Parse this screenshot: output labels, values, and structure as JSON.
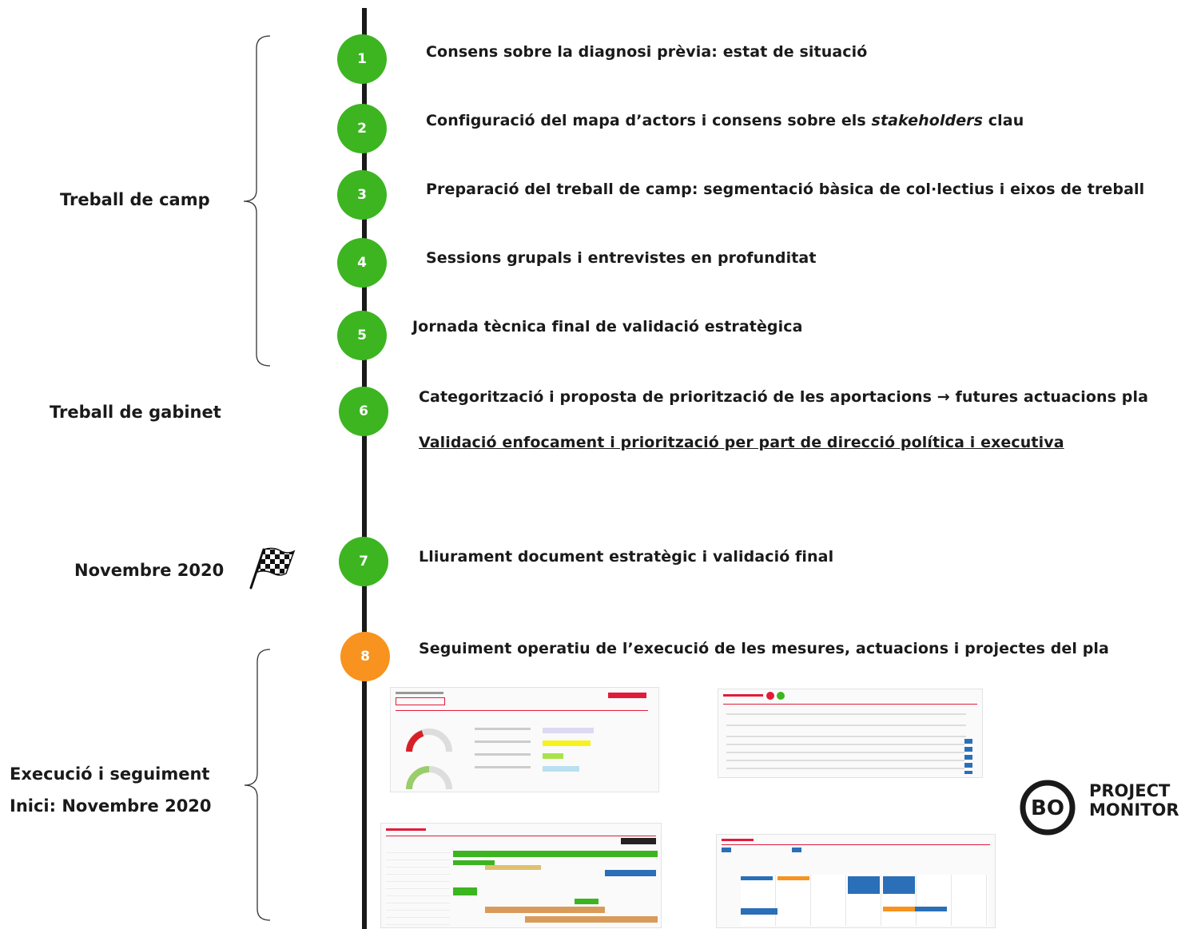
{
  "colors": {
    "green": "#3cb521",
    "orange": "#f7931e",
    "line": "#1a1a1a"
  },
  "phases": {
    "fieldwork": "Treball de camp",
    "office": "Treball de gabinet",
    "november": "Novembre 2020",
    "execution_1": "Execució i seguiment",
    "execution_2": "Inici: Novembre 2020"
  },
  "steps": [
    {
      "number": "1",
      "text": "Consens sobre la diagnosi prèvia: estat de situació"
    },
    {
      "number": "2",
      "text_before": "Configuració del mapa d’actors i consens sobre els ",
      "text_em": "stakeholders",
      "text_after": " clau"
    },
    {
      "number": "3",
      "text": "Preparació del treball de camp: segmentació bàsica de col·lectius i eixos de treball"
    },
    {
      "number": "4",
      "text": "Sessions grupals i entrevistes en profunditat"
    },
    {
      "number": "5",
      "text": "Jornada tècnica final de validació estratègica"
    },
    {
      "number": "6",
      "text": "Categorització i proposta de priorització de les aportacions → futures actuacions pla",
      "sub": "Validació enfocament i priorització per part de direcció política i executiva"
    },
    {
      "number": "7",
      "text": "Lliurament document estratègic i validació final"
    },
    {
      "number": "8",
      "text": "Seguiment operatiu de l’execució de les mesures, actuacions i projectes del pla"
    }
  ],
  "logo": {
    "initials": "BO",
    "line1": "PROJECT",
    "line2": "MONITOR"
  },
  "icons": {
    "finish": "checkered-flag-icon"
  }
}
